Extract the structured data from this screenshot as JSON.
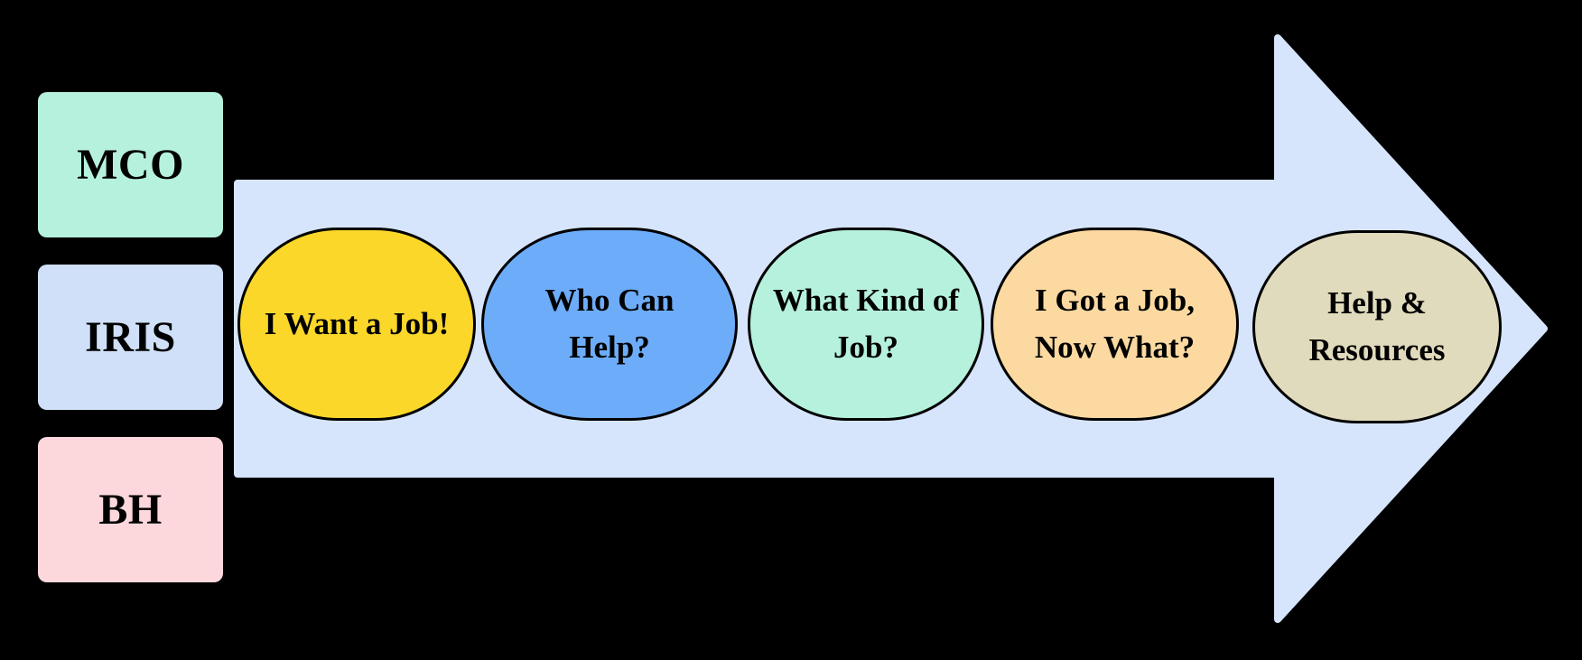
{
  "diagram": {
    "background": "#000000",
    "text_color": "#000000",
    "programs": [
      {
        "label": "MCO",
        "color": "#b6f1de"
      },
      {
        "label": "IRIS",
        "color": "#cfe0f8"
      },
      {
        "label": "BH",
        "color": "#fcd8dd"
      }
    ],
    "arrow": {
      "color": "#d6e5fc"
    },
    "steps": [
      {
        "line1": "I Want a Job!",
        "line2": "",
        "color": "#fbd72a"
      },
      {
        "line1": "Who Can",
        "line2": "Help?",
        "color": "#6dacf8"
      },
      {
        "line1": "What Kind of",
        "line2": "Job?",
        "color": "#b6f1dd"
      },
      {
        "line1": "I Got a Job,",
        "line2": "Now What?",
        "color": "#fbd9a1"
      },
      {
        "line1": "Help &",
        "line2": "Resources",
        "color": "#e1dbbd"
      }
    ]
  }
}
